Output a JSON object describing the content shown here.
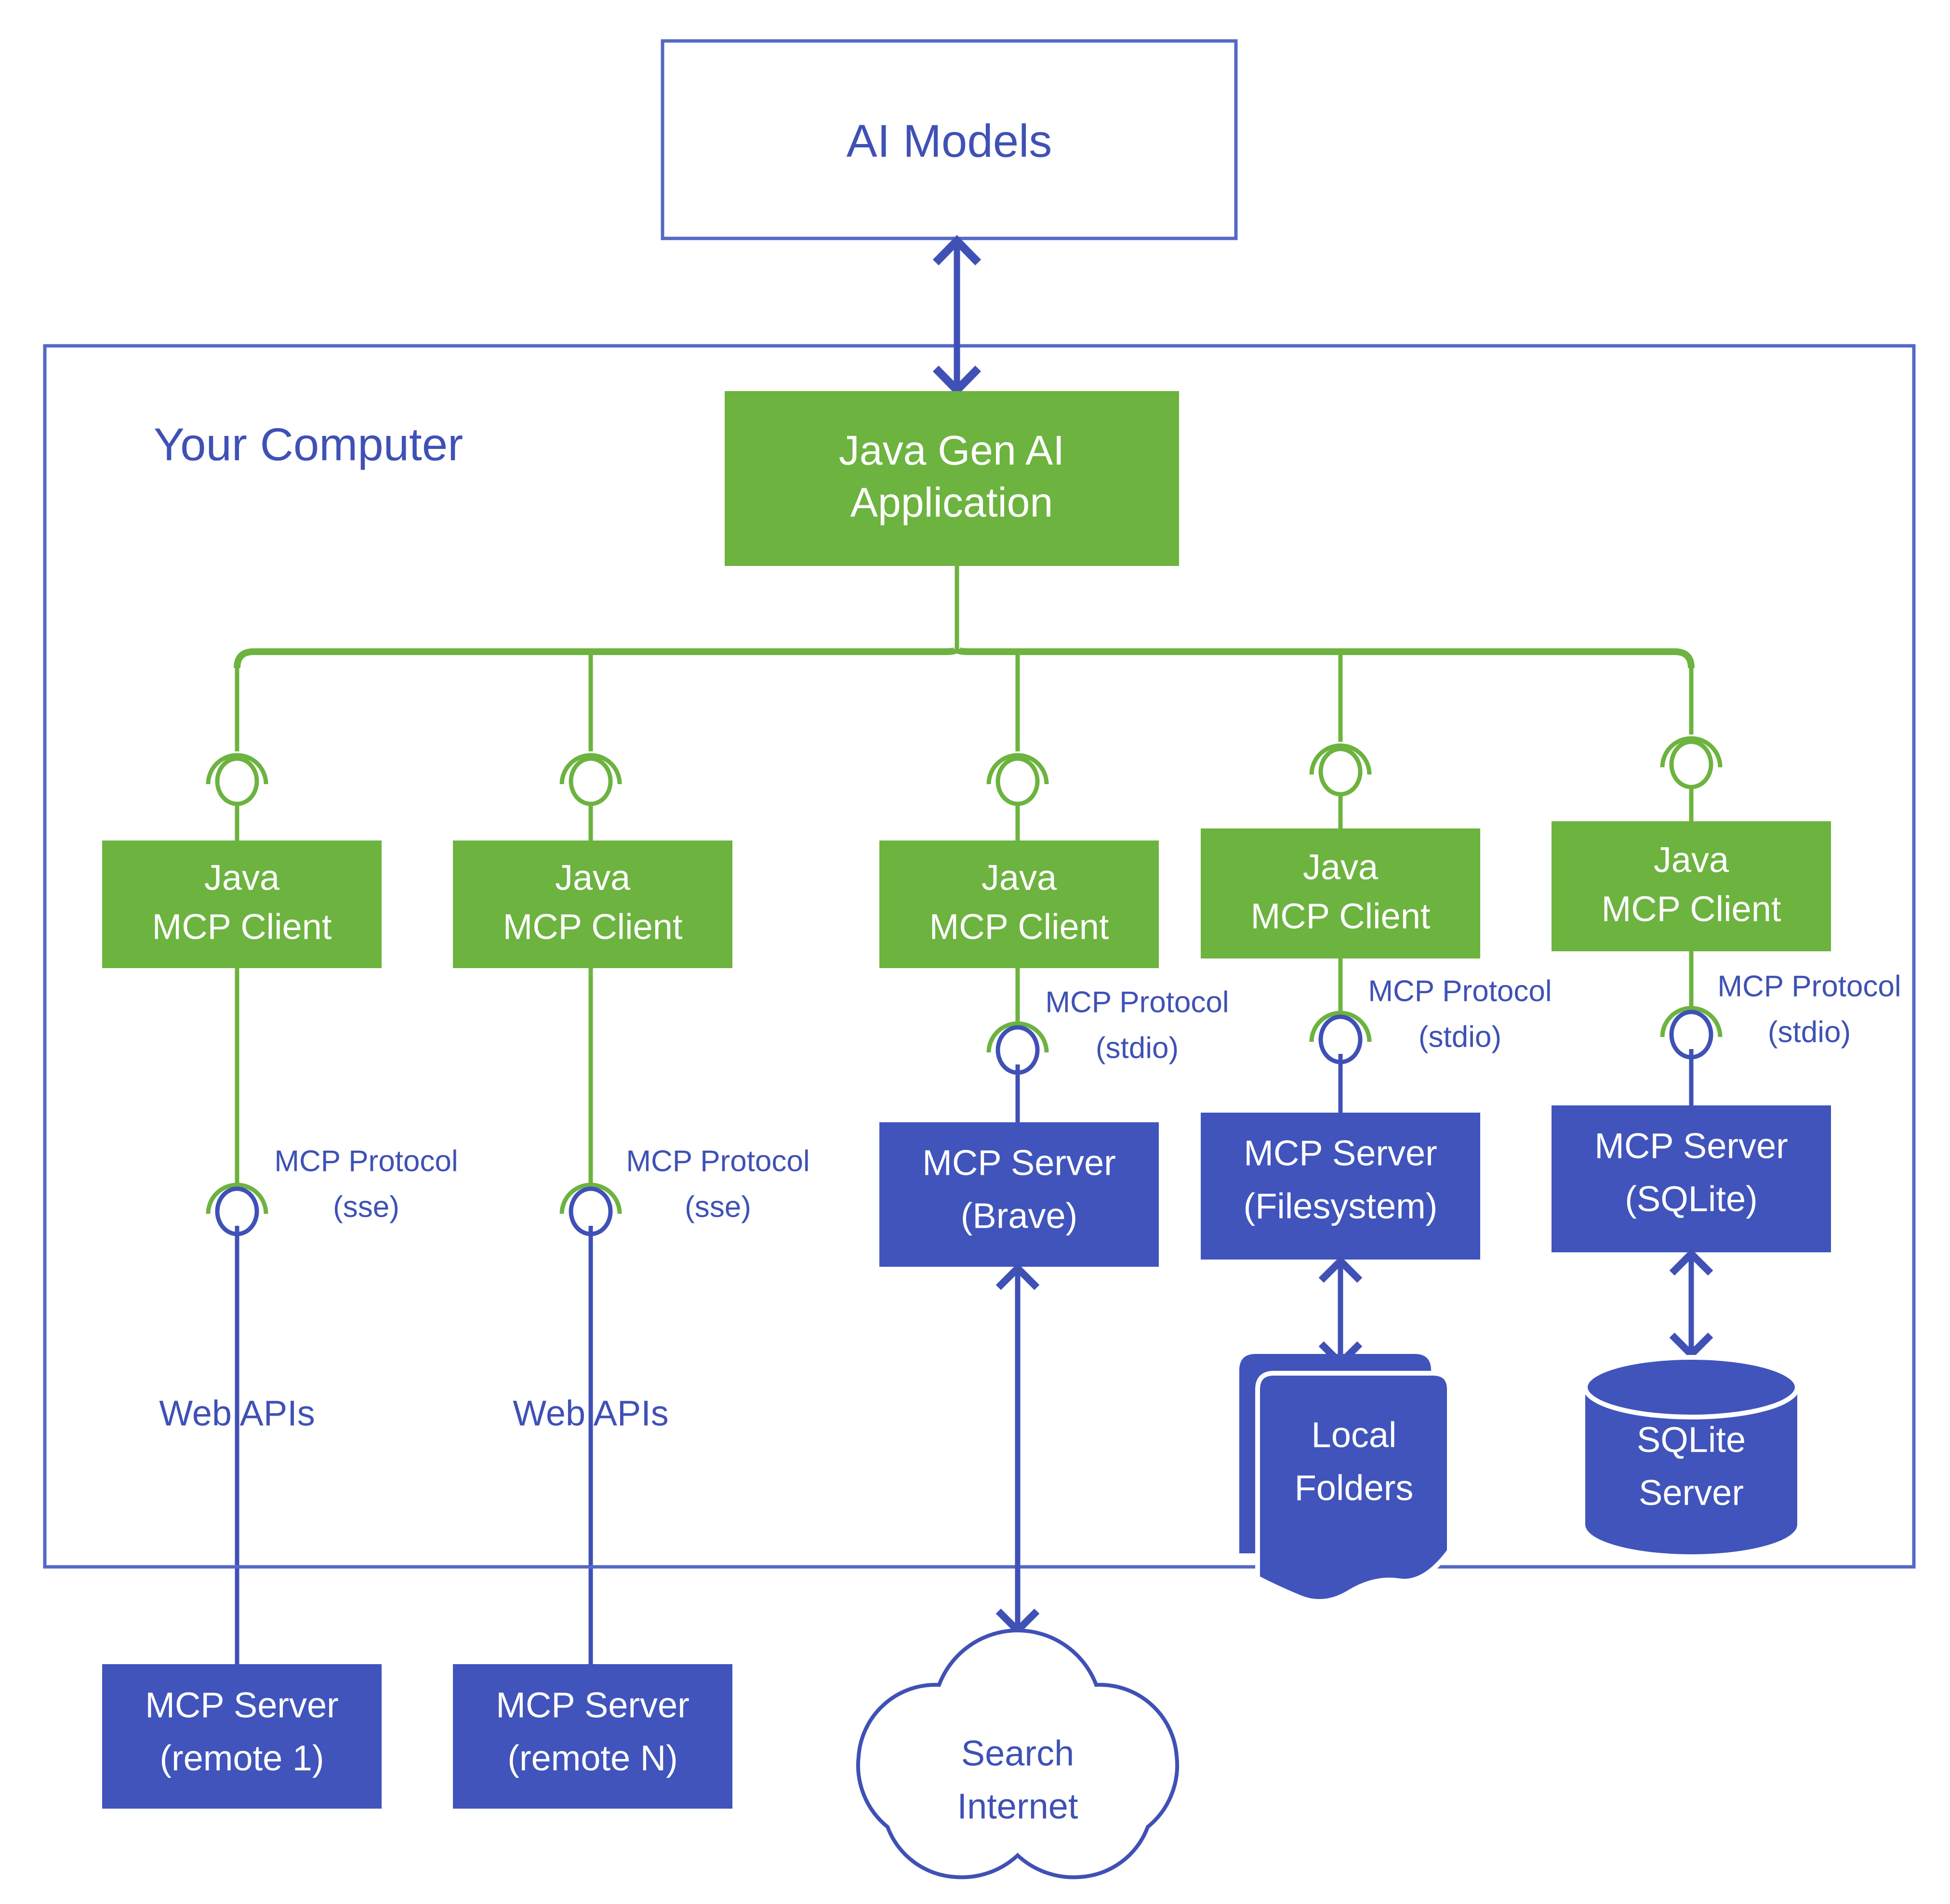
{
  "diagram": {
    "title": "MCP Architecture - Java Gen AI Application",
    "colors": {
      "green": "#6CB33F",
      "blue": "#3F51B5",
      "white": "#FFFFFF",
      "background": "#FFFFFF"
    },
    "ai_models": {
      "label": "AI Models"
    },
    "boundary": {
      "label": "Your Computer"
    },
    "application": {
      "line1": "Java Gen AI",
      "line2": "Application"
    },
    "clients": [
      {
        "id": "client-1",
        "line1": "Java",
        "line2": "MCP Client"
      },
      {
        "id": "client-2",
        "line1": "Java",
        "line2": "MCP Client"
      },
      {
        "id": "client-3",
        "line1": "Java",
        "line2": "MCP Client"
      },
      {
        "id": "client-4",
        "line1": "Java",
        "line2": "MCP Client"
      },
      {
        "id": "client-5",
        "line1": "Java",
        "line2": "MCP Client"
      }
    ],
    "protocol_labels": [
      {
        "id": "proto-sse-1",
        "line1": "MCP Protocol",
        "line2": "(sse)"
      },
      {
        "id": "proto-sse-2",
        "line1": "MCP Protocol",
        "line2": "(sse)"
      },
      {
        "id": "proto-stdio-1",
        "line1": "MCP Protocol",
        "line2": "(stdio)"
      },
      {
        "id": "proto-stdio-2",
        "line1": "MCP Protocol",
        "line2": "(stdio)"
      },
      {
        "id": "proto-stdio-3",
        "line1": "MCP Protocol",
        "line2": "(stdio)"
      }
    ],
    "web_api_labels": [
      {
        "id": "web-apis-1",
        "label": "Web APIs"
      },
      {
        "id": "web-apis-2",
        "label": "Web APIs"
      }
    ],
    "local_servers": [
      {
        "id": "server-brave",
        "line1": "MCP Server",
        "line2": "(Brave)"
      },
      {
        "id": "server-filesystem",
        "line1": "MCP Server",
        "line2": "(Filesystem)"
      },
      {
        "id": "server-sqlite",
        "line1": "MCP Server",
        "line2": "(SQLite)"
      }
    ],
    "remote_servers": [
      {
        "id": "server-remote-1",
        "line1": "MCP Server",
        "line2": "(remote 1)"
      },
      {
        "id": "server-remote-n",
        "line1": "MCP Server",
        "line2": "(remote N)"
      }
    ],
    "resources": [
      {
        "id": "local-folders",
        "line1": "Local",
        "line2": "Folders",
        "shape": "folder-stack-icon"
      },
      {
        "id": "sqlite-server",
        "line1": "SQLite",
        "line2": "Server",
        "shape": "database-cylinder-icon"
      },
      {
        "id": "search-internet",
        "line1": "Search",
        "line2": "Internet",
        "shape": "cloud-icon"
      }
    ]
  }
}
